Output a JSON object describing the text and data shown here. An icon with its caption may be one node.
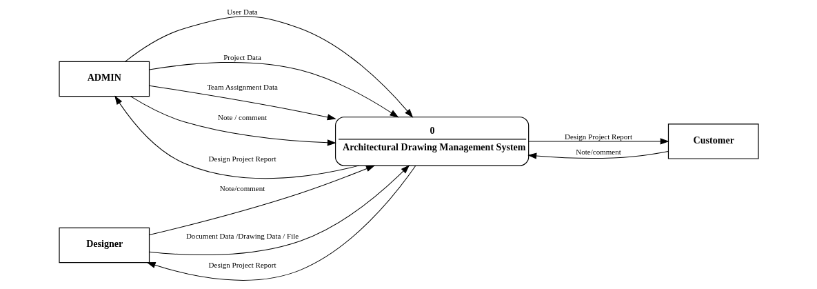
{
  "diagram": {
    "nodes": [
      {
        "text": [
          "ADMIN"
        ]
      },
      {
        "text": [
          "Designer"
        ]
      },
      {
        "text": [
          "0",
          "Architectural Drawing Management System"
        ]
      },
      {
        "text": [
          "Customer"
        ]
      }
    ],
    "edges": [
      {
        "from": 0,
        "to": 2,
        "arrow": "to",
        "label": "User Data"
      },
      {
        "from": 0,
        "to": 2,
        "arrow": "to",
        "label": "Project Data"
      },
      {
        "from": 0,
        "to": 2,
        "arrow": "to",
        "label": "Team Assignment Data"
      },
      {
        "from": 2,
        "to": 0,
        "arrow": "to",
        "label": "Design Project Report"
      },
      {
        "from": 0,
        "to": 2,
        "arrow": "to",
        "label": "Note / comment"
      },
      {
        "from": 1,
        "to": 2,
        "arrow": "to",
        "label": "Note/comment"
      },
      {
        "from": 1,
        "to": 2,
        "arrow": "to",
        "label": "Document Data /Drawing Data / File"
      },
      {
        "from": 2,
        "to": 1,
        "arrow": "to",
        "label": "Design Project Report"
      },
      {
        "from": 2,
        "to": 3,
        "arrow": "to",
        "label": "Design Project Report"
      },
      {
        "from": 3,
        "to": 2,
        "arrow": "to",
        "label": "Note/comment"
      }
    ]
  }
}
